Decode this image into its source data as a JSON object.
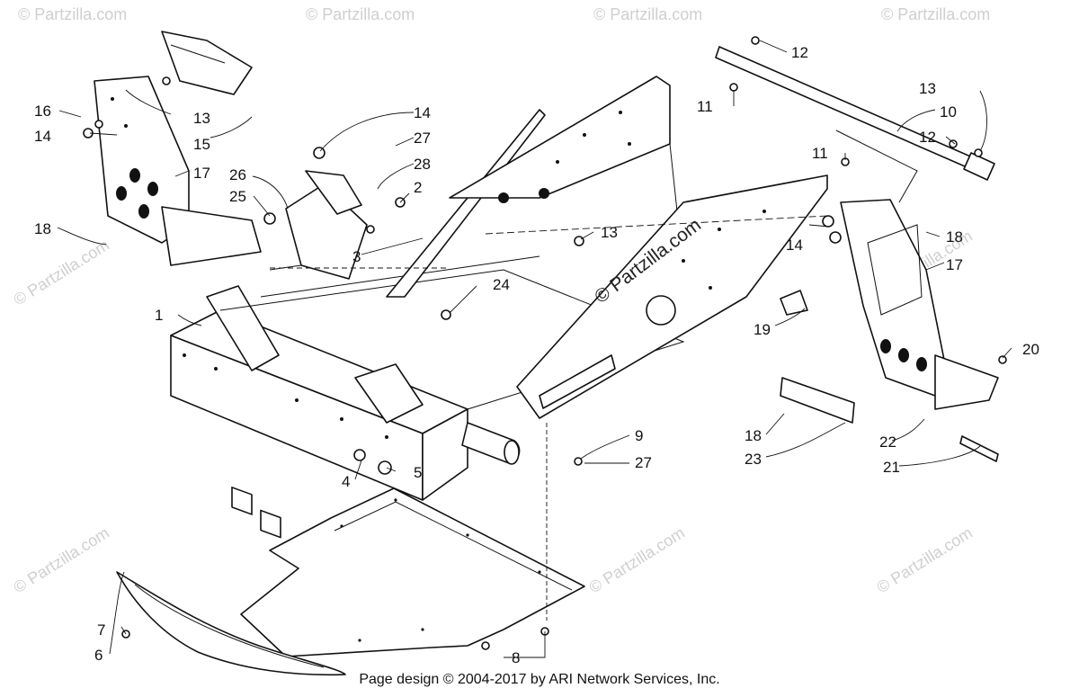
{
  "watermark": "© Partzilla.com",
  "footer": "Page design © 2004-2017 by ARI Network Services, Inc.",
  "callouts": [
    {
      "id": "c1",
      "text": "1"
    },
    {
      "id": "c2",
      "text": "2"
    },
    {
      "id": "c3",
      "text": "3"
    },
    {
      "id": "c4",
      "text": "4"
    },
    {
      "id": "c5",
      "text": "5"
    },
    {
      "id": "c6",
      "text": "6"
    },
    {
      "id": "c7",
      "text": "7"
    },
    {
      "id": "c8",
      "text": "8"
    },
    {
      "id": "c9",
      "text": "9"
    },
    {
      "id": "c10",
      "text": "10"
    },
    {
      "id": "c11a",
      "text": "11"
    },
    {
      "id": "c11b",
      "text": "11"
    },
    {
      "id": "c12a",
      "text": "12"
    },
    {
      "id": "c12b",
      "text": "12"
    },
    {
      "id": "c13a",
      "text": "13"
    },
    {
      "id": "c13b",
      "text": "13"
    },
    {
      "id": "c13c",
      "text": "13"
    },
    {
      "id": "c14a",
      "text": "14"
    },
    {
      "id": "c14b",
      "text": "14"
    },
    {
      "id": "c14c",
      "text": "14"
    },
    {
      "id": "c15",
      "text": "15"
    },
    {
      "id": "c16",
      "text": "16"
    },
    {
      "id": "c17a",
      "text": "17"
    },
    {
      "id": "c17b",
      "text": "17"
    },
    {
      "id": "c18a",
      "text": "18"
    },
    {
      "id": "c18b",
      "text": "18"
    },
    {
      "id": "c18c",
      "text": "18"
    },
    {
      "id": "c19",
      "text": "19"
    },
    {
      "id": "c20",
      "text": "20"
    },
    {
      "id": "c21",
      "text": "21"
    },
    {
      "id": "c22",
      "text": "22"
    },
    {
      "id": "c23",
      "text": "23"
    },
    {
      "id": "c24",
      "text": "24"
    },
    {
      "id": "c25",
      "text": "25"
    },
    {
      "id": "c26",
      "text": "26"
    },
    {
      "id": "c27a",
      "text": "27"
    },
    {
      "id": "c27b",
      "text": "27"
    },
    {
      "id": "c28",
      "text": "28"
    }
  ]
}
